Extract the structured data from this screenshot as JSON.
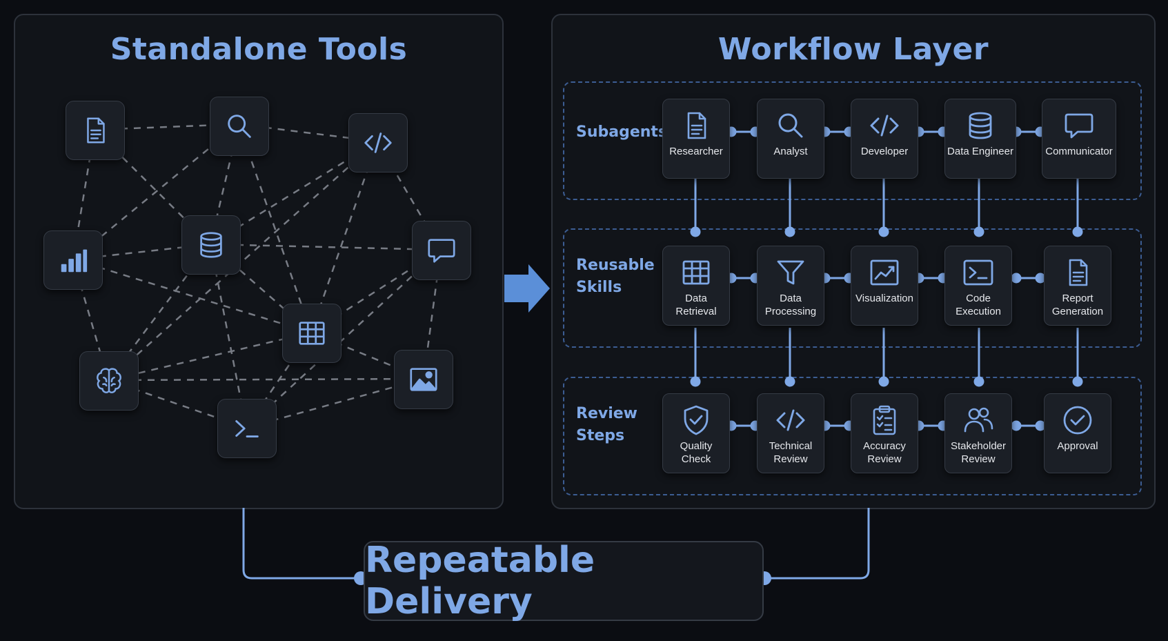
{
  "left_panel": {
    "title": "Standalone Tools",
    "tools": [
      {
        "name": "document-icon"
      },
      {
        "name": "search-icon"
      },
      {
        "name": "code-icon"
      },
      {
        "name": "bar-chart-icon"
      },
      {
        "name": "database-icon"
      },
      {
        "name": "chat-icon"
      },
      {
        "name": "table-icon"
      },
      {
        "name": "brain-icon"
      },
      {
        "name": "image-icon"
      },
      {
        "name": "terminal-icon"
      }
    ]
  },
  "right_panel": {
    "title": "Workflow Layer",
    "groups": [
      {
        "label_lines": [
          "Subagents"
        ],
        "items": [
          {
            "icon": "document-icon",
            "lines": [
              "Researcher"
            ]
          },
          {
            "icon": "search-icon",
            "lines": [
              "Analyst"
            ]
          },
          {
            "icon": "code-icon",
            "lines": [
              "Developer"
            ]
          },
          {
            "icon": "database-icon",
            "lines": [
              "Data Engineer"
            ]
          },
          {
            "icon": "chat-icon",
            "lines": [
              "Communicator"
            ]
          }
        ]
      },
      {
        "label_lines": [
          "Reusable",
          "Skills"
        ],
        "items": [
          {
            "icon": "table-icon",
            "lines": [
              "Data",
              "Retrieval"
            ]
          },
          {
            "icon": "filter-icon",
            "lines": [
              "Data",
              "Processing"
            ]
          },
          {
            "icon": "chart-line-icon",
            "lines": [
              "Visualization"
            ]
          },
          {
            "icon": "terminal-icon",
            "lines": [
              "Code",
              "Execution"
            ]
          },
          {
            "icon": "document-icon",
            "lines": [
              "Report",
              "Generation"
            ]
          }
        ]
      },
      {
        "label_lines": [
          "Review",
          "Steps"
        ],
        "items": [
          {
            "icon": "shield-check-icon",
            "lines": [
              "Quality",
              "Check"
            ]
          },
          {
            "icon": "code-icon",
            "lines": [
              "Technical",
              "Review"
            ]
          },
          {
            "icon": "clipboard-icon",
            "lines": [
              "Accuracy",
              "Review"
            ]
          },
          {
            "icon": "users-icon",
            "lines": [
              "Stakeholder",
              "Review"
            ]
          },
          {
            "icon": "check-circle-icon",
            "lines": [
              "Approval"
            ]
          }
        ]
      }
    ]
  },
  "output": {
    "label": "Repeatable Delivery"
  },
  "colors": {
    "accent": "#7fa8e6",
    "background": "#0b0d12",
    "panel": "#111419",
    "dashed_link": "#8a8f98"
  }
}
